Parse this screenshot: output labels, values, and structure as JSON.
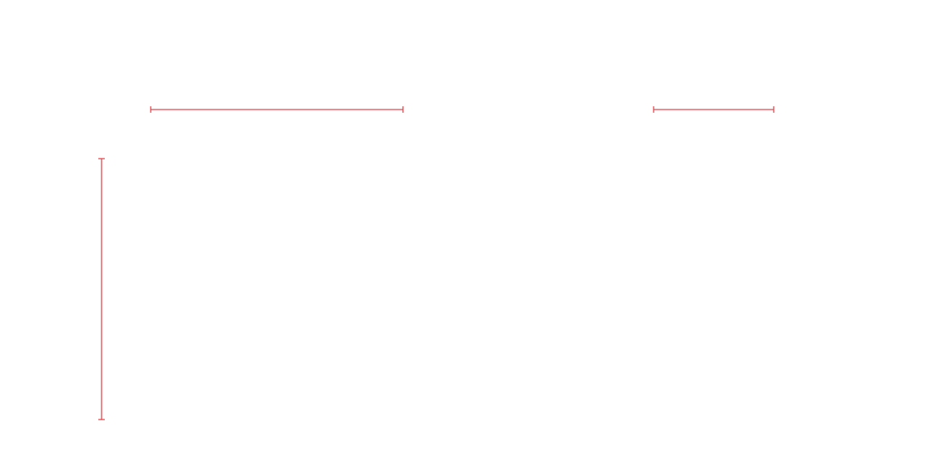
{
  "canvas": {
    "background_color": "#ffffff"
  },
  "markers": {
    "stroke_color": "#e8454b",
    "items": [
      {
        "id": "top-left-horizontal-marker",
        "orientation": "horizontal"
      },
      {
        "id": "top-right-horizontal-marker",
        "orientation": "horizontal"
      },
      {
        "id": "left-vertical-marker",
        "orientation": "vertical"
      }
    ]
  }
}
